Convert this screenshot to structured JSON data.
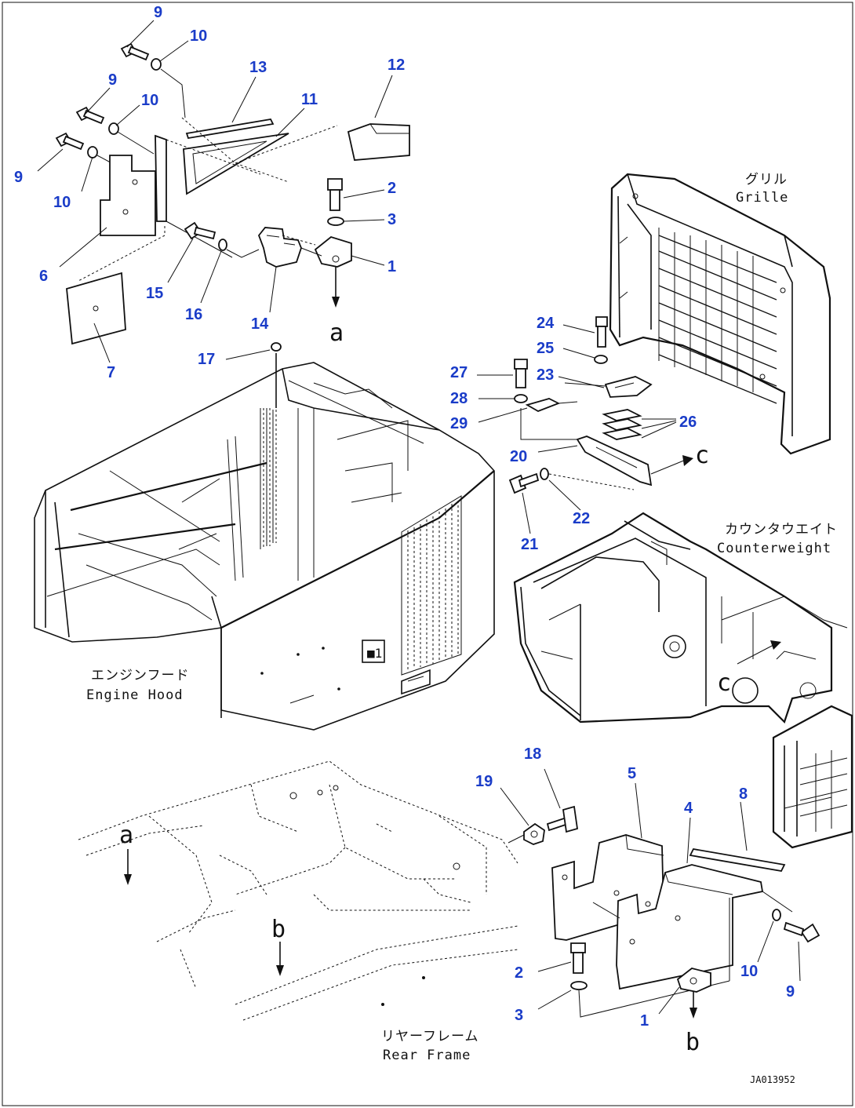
{
  "diagram": {
    "code": "JA013952",
    "labels": {
      "grille_jp": "グリル",
      "grille_en": "Grille",
      "counterweight_jp": "カウンタウエイト",
      "counterweight_en": "Counterweight",
      "engine_hood_jp": "エンジンフード",
      "engine_hood_en": "Engine Hood",
      "rear_frame_jp": "リヤーフレーム",
      "rear_frame_en": "Rear Frame"
    },
    "letters": [
      "a",
      "a",
      "b",
      "b",
      "c",
      "c"
    ],
    "callouts": [
      "9",
      "10",
      "9",
      "10",
      "9",
      "10",
      "13",
      "11",
      "12",
      "2",
      "3",
      "1",
      "6",
      "15",
      "16",
      "14",
      "7",
      "17",
      "24",
      "25",
      "27",
      "23",
      "28",
      "29",
      "26",
      "20",
      "22",
      "21",
      "18",
      "19",
      "5",
      "8",
      "4",
      "2",
      "10",
      "9",
      "3",
      "1"
    ]
  }
}
